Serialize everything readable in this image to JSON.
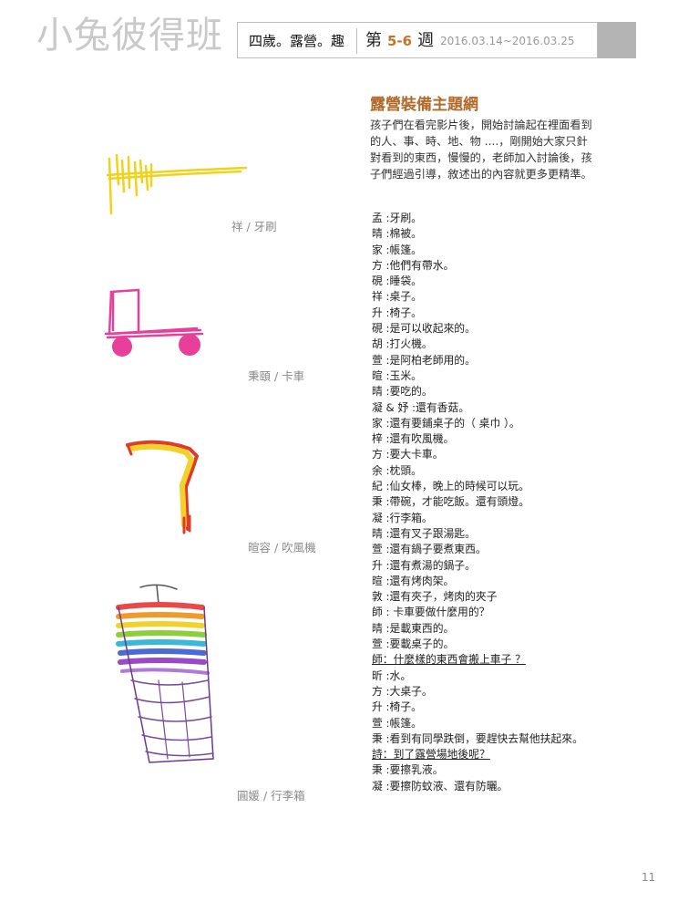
{
  "header": {
    "class_name": "小兔彼得班",
    "topic": "四歲。露營。趣",
    "week_prefix": "第",
    "week_number": "5-6",
    "week_suffix": "週",
    "dates": "2016.03.14~2016.03.25"
  },
  "section": {
    "title": "露營裝備主題網",
    "intro": "孩子們在看完影片後，開始討論起在裡面看到的人、事、時、地、物 ....，剛開始大家只針對看到的東西，慢慢的，老師加入討論後，孩子們經過引導，敘述出的內容就更多更精準。"
  },
  "dialogue": [
    {
      "text": "孟 :牙刷。",
      "question": false
    },
    {
      "text": "晴 :棉被。",
      "question": false
    },
    {
      "text": "家 :帳篷。",
      "question": false
    },
    {
      "text": "方 :他們有帶水。",
      "question": false
    },
    {
      "text": "硯 :睡袋。",
      "question": false
    },
    {
      "text": "祥 :桌子。",
      "question": false
    },
    {
      "text": "升 :椅子。",
      "question": false
    },
    {
      "text": "硯 :是可以收起來的。",
      "question": false
    },
    {
      "text": "胡 :打火機。",
      "question": false
    },
    {
      "text": "萱 :是阿柏老師用的。",
      "question": false
    },
    {
      "text": "暄 :玉米。",
      "question": false
    },
    {
      "text": "晴 :要吃的。",
      "question": false
    },
    {
      "text": "凝 & 妤 :還有香菇。",
      "question": false
    },
    {
      "text": "家 :還有要鋪桌子的（ 桌巾 ）。",
      "question": false
    },
    {
      "text": "梓 :還有吹風機。",
      "question": false
    },
    {
      "text": "方 :要大卡車。",
      "question": false
    },
    {
      "text": "余 :枕頭。",
      "question": false
    },
    {
      "text": "紀 :仙女棒，晚上的時候可以玩。",
      "question": false
    },
    {
      "text": "秉 :帶碗，才能吃飯。還有頭燈。",
      "question": false
    },
    {
      "text": "凝 :行李箱。",
      "question": false
    },
    {
      "text": "晴 :還有叉子跟湯匙。",
      "question": false
    },
    {
      "text": "萱 :還有鍋子要煮東西。",
      "question": false
    },
    {
      "text": "升 :還有煮湯的鍋子。",
      "question": false
    },
    {
      "text": "暄 :還有烤肉架。",
      "question": false
    },
    {
      "text": "敦 :還有夾子，烤肉的夾子",
      "question": false
    },
    {
      "text": "師 : 卡車要做什麼用的？",
      "question": false
    },
    {
      "text": "晴 :是載東西的。",
      "question": false
    },
    {
      "text": "萱 :要載桌子的。",
      "question": false
    },
    {
      "text": "師：什麼樣的東西會搬上車子 ？",
      "question": true
    },
    {
      "text": "昕 :水。",
      "question": false
    },
    {
      "text": "方 :大桌子。",
      "question": false
    },
    {
      "text": "升 :椅子。",
      "question": false
    },
    {
      "text": "萱 :帳篷。",
      "question": false
    },
    {
      "text": "秉 :看到有同學跌倒，要趕快去幫他扶起來。",
      "question": false
    },
    {
      "text": "詩：到了露營場地後呢？",
      "question": true
    },
    {
      "text": "秉 :要擦乳液。",
      "question": false
    },
    {
      "text": "凝 :要擦防蚊液、還有防曬。",
      "question": false
    }
  ],
  "drawings": [
    {
      "caption": "祥 / 牙刷",
      "icon": "toothbrush-drawing"
    },
    {
      "caption": "秉頤 / 卡車",
      "icon": "truck-drawing"
    },
    {
      "caption": "暄容 / 吹風機",
      "icon": "hairdryer-drawing"
    },
    {
      "caption": "圓媛 / 行李箱",
      "icon": "suitcase-drawing"
    }
  ],
  "page_number": "11",
  "colors": {
    "title_brown": "#b06a2a",
    "week_orange": "#c0762a",
    "header_gray": "#b4b4b4"
  }
}
